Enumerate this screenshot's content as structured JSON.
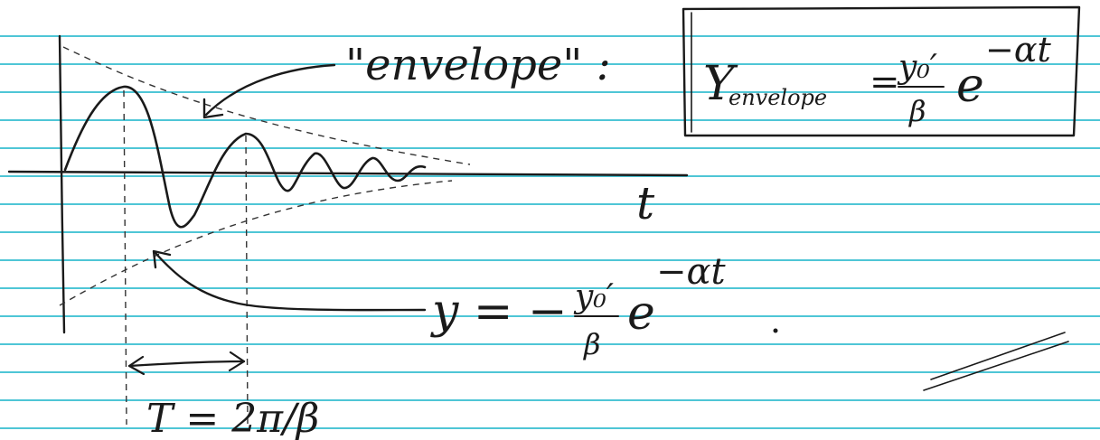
{
  "labels": {
    "envelope_quote": "\"envelope\" :",
    "t_axis": "t",
    "period": "T = 2π/β"
  },
  "formula_box": {
    "lhs_main": "Y",
    "lhs_sub": "envelope",
    "equals": "=",
    "numerator": "y₀′",
    "denominator": "β",
    "base": "e",
    "exponent": "−αt"
  },
  "lower_formula": {
    "lhs": "y = −",
    "numerator": "y₀′",
    "denominator": "β",
    "base": "e",
    "exponent": "−αt"
  },
  "colors": {
    "ink": "#1a1a1a",
    "ruled_line": "#4fc6d6",
    "paper": "#ffffff"
  }
}
